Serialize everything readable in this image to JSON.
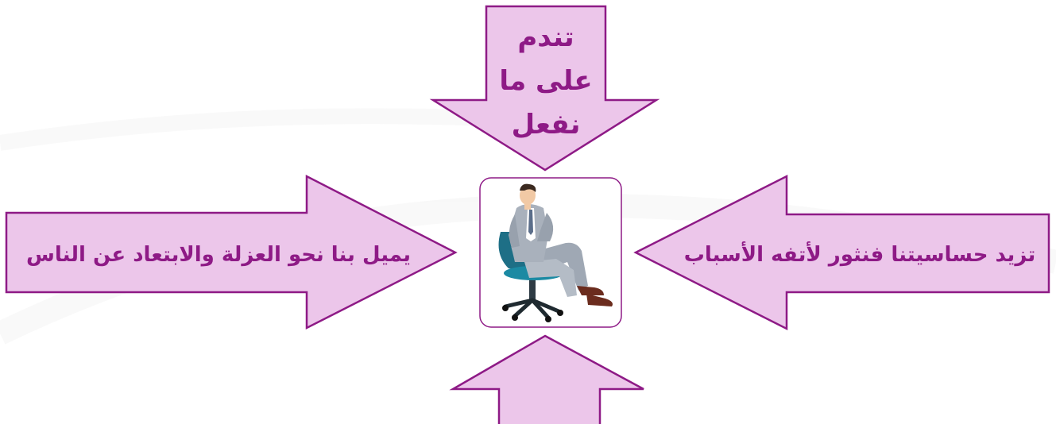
{
  "arrows": {
    "top": {
      "lines": [
        "تندم",
        "على ما",
        "نفعل"
      ]
    },
    "left": {
      "text": "يميل بنا نحو العزلة والابتعاد عن الناس"
    },
    "right": {
      "text": "تزيد حساسيتنا فنثور لأتفه الأسباب"
    },
    "bottom": {
      "text": ""
    }
  },
  "center": {
    "icon": "man-sitting-in-office-chair-icon"
  },
  "colors": {
    "arrow_fill": "#ecc6ea",
    "arrow_stroke": "#8e1a86",
    "text": "#8e1a86"
  }
}
